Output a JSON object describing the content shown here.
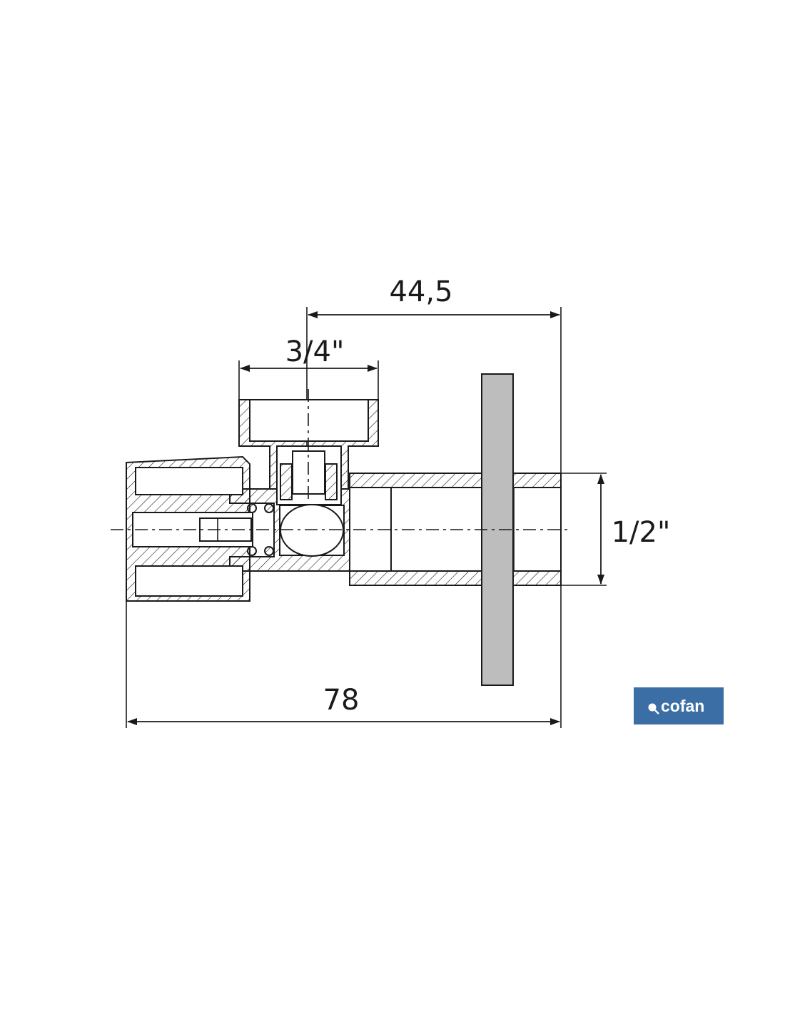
{
  "dimensions": {
    "width_total": "78",
    "width_body": "44,5",
    "thread_top": "3/4\"",
    "thread_right": "1/2\""
  },
  "logo": {
    "text": "cofan",
    "background_color": "#3a6ea5",
    "icon": "cofan-dot-icon"
  },
  "colors": {
    "line": "#1a1a1a",
    "plate_fill": "#bdbdbd"
  }
}
